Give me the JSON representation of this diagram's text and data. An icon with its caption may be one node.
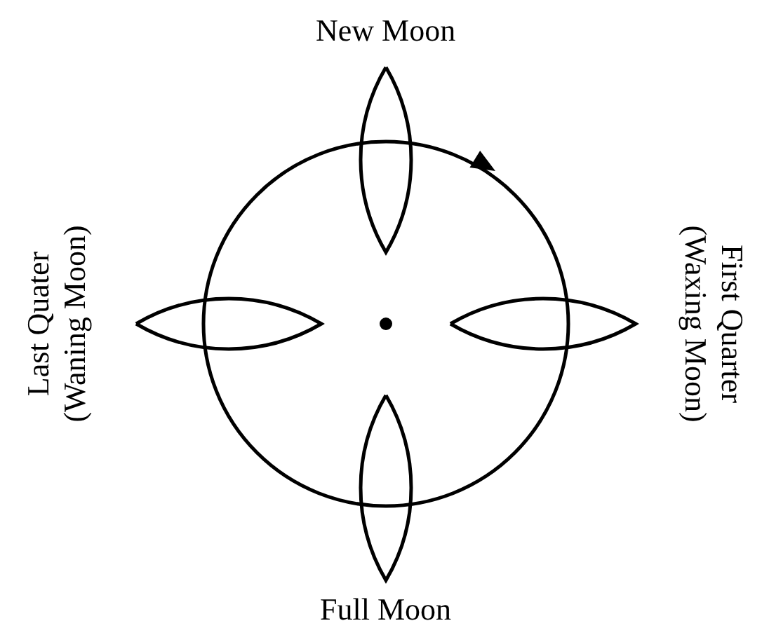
{
  "diagram": {
    "labels": [
      "New Moon",
      "Last Quater (Waning Moon)",
      "First Quarter (Waxing Moon)",
      "Full Moon"
    ]
  }
}
